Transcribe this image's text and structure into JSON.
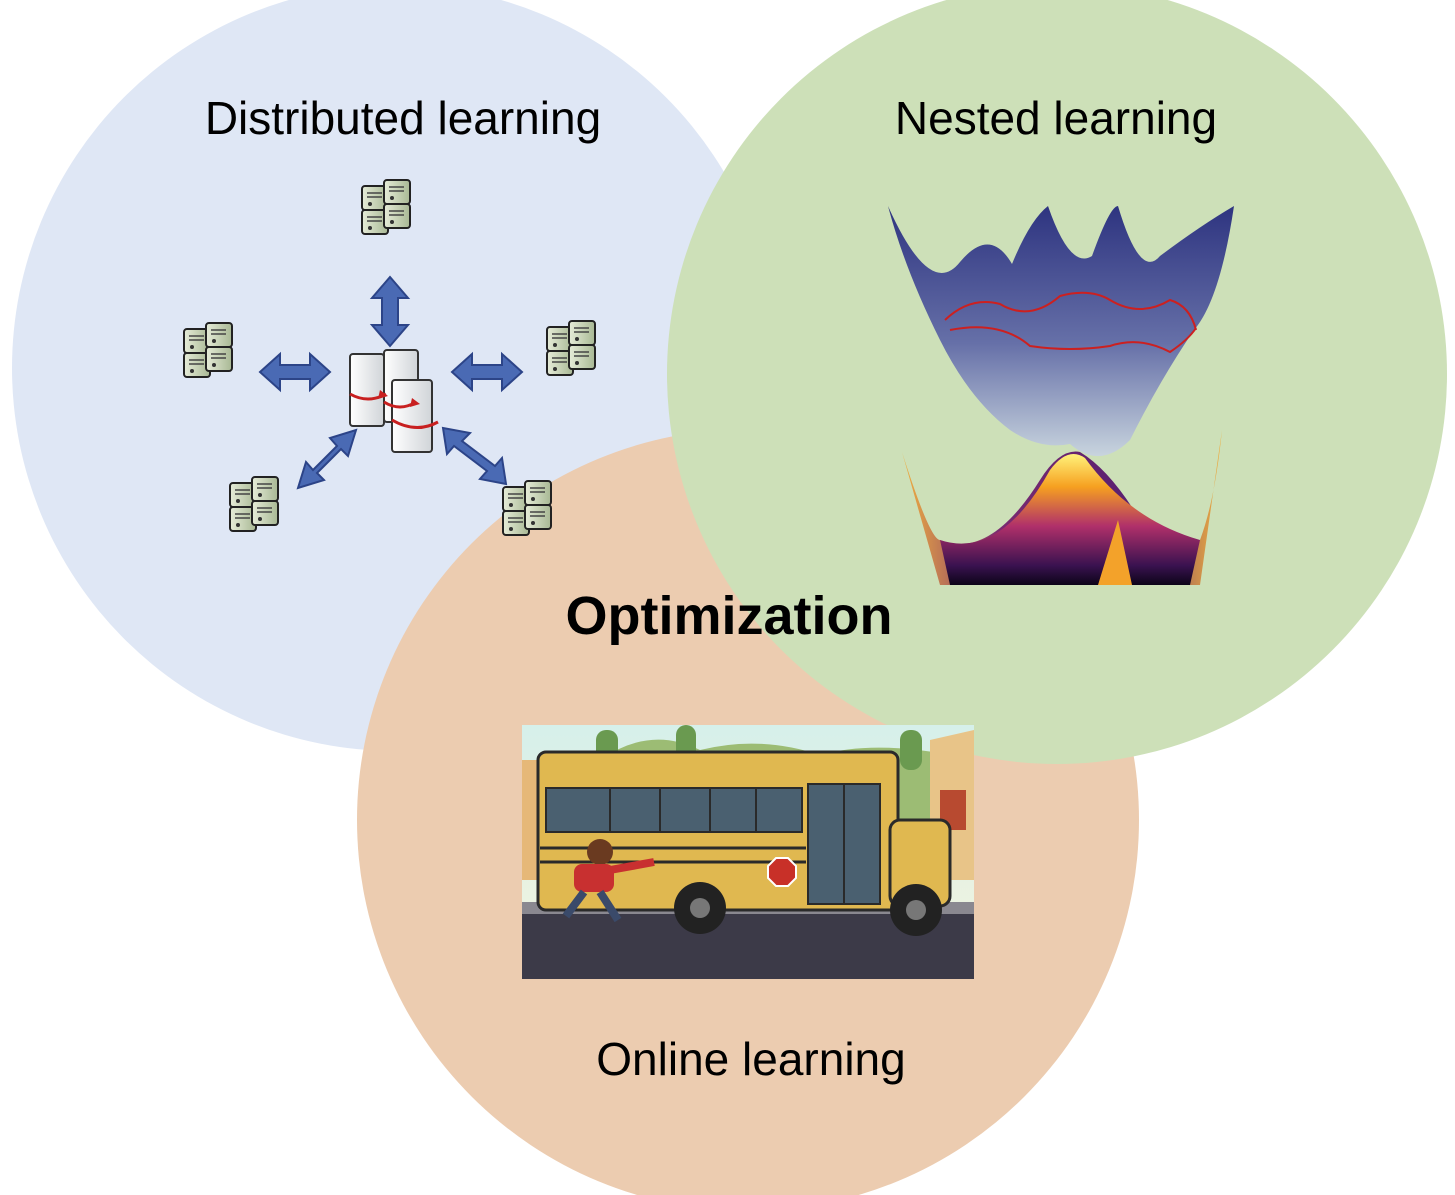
{
  "diagram": {
    "center_label": "Optimization",
    "circles": [
      {
        "id": "distributed",
        "label": "Distributed learning",
        "color": "#dfe7f5"
      },
      {
        "id": "nested",
        "label": "Nested learning",
        "color": "#cde0b8"
      },
      {
        "id": "online",
        "label": "Online learning",
        "color": "#ecccb0"
      }
    ],
    "accent_colors": {
      "arrow_blue": "#4a6ab4",
      "server_green": "#c8d4b4",
      "surface_purple": "#2e3480",
      "surface_fire": "#f4a020",
      "contour_red": "#d02020",
      "bus_yellow": "#e0b850",
      "stop_sign": "#c83028"
    },
    "icons": {
      "distributed": "server-network-icon",
      "nested": "loss-landscape-surface-icon",
      "online": "school-bus-cartoon-icon"
    }
  }
}
